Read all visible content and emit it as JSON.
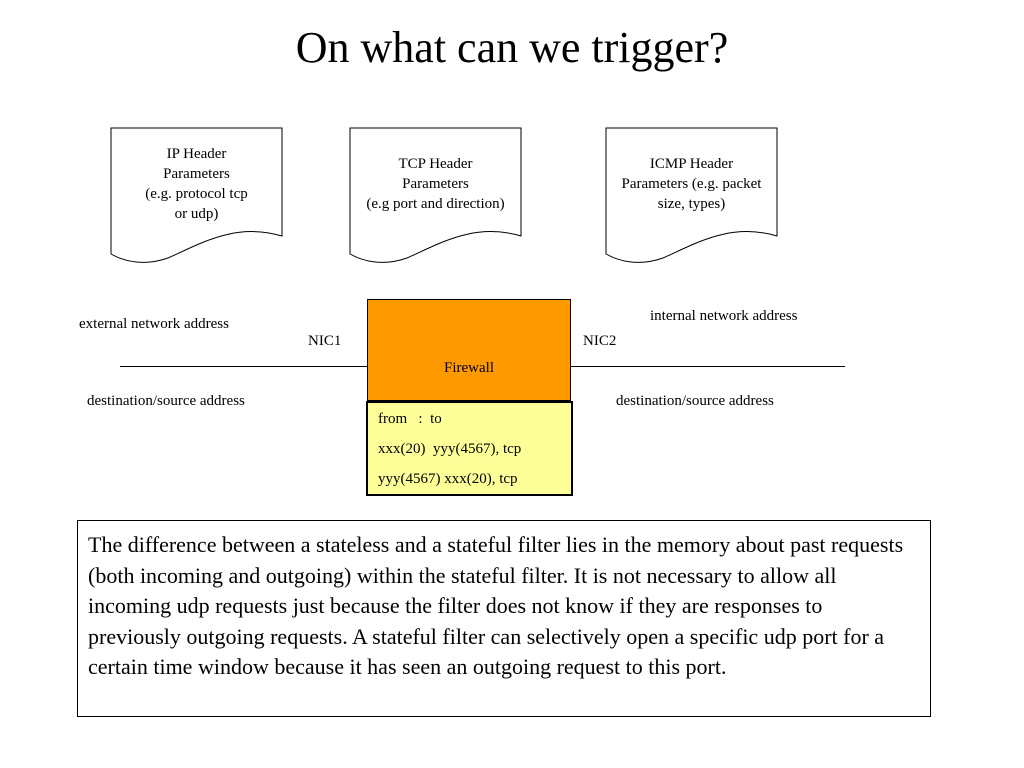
{
  "slide": {
    "title": "On what can we trigger?"
  },
  "documents": [
    {
      "lines": [
        "IP Header",
        "Parameters",
        "(e.g. protocol tcp",
        "or udp)"
      ]
    },
    {
      "lines": [
        "TCP Header",
        "Parameters",
        "(e.g port and direction)"
      ]
    },
    {
      "lines": [
        "ICMP Header",
        "Parameters (e.g. packet",
        "size, types)"
      ]
    }
  ],
  "network": {
    "external_label": "external network address",
    "internal_label": "internal network address",
    "nic1_label": "NIC1",
    "nic2_label": "NIC2",
    "dest_src_left": "destination/source address",
    "dest_src_right": "destination/source address"
  },
  "firewall": {
    "label": "Firewall",
    "fill_color": "#FF9900",
    "rules_fill_color": "#FFFF99",
    "rules": [
      "from   :  to",
      "xxx(20)  yyy(4567), tcp",
      "yyy(4567) xxx(20), tcp"
    ]
  },
  "note": {
    "text": "The difference between a stateless and a stateful filter lies in the memory about past requests (both incoming and outgoing) within the stateful filter. It is not necessary to allow all incoming udp requests just because the filter does not know if they are responses to previously outgoing requests. A stateful filter can selectively open a specific udp port for a certain time window because it has seen an outgoing request to this port."
  }
}
